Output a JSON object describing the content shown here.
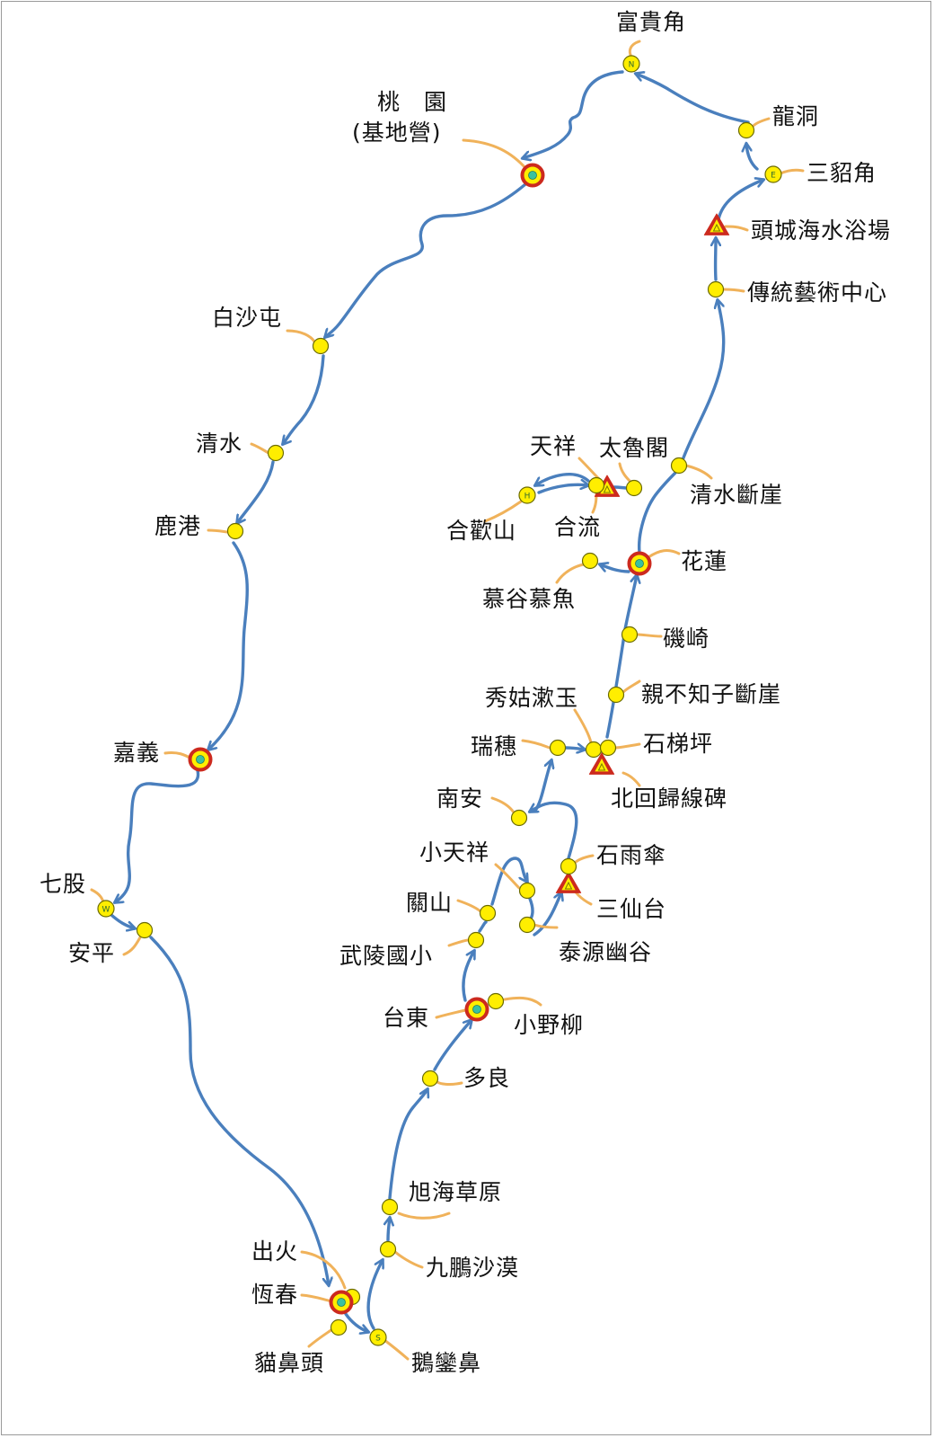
{
  "map": {
    "colors": {
      "route": "#4a7fbd",
      "leader": "#f0b25a",
      "stop_fill": "#ffee00",
      "stop_stroke": "#6b6b00",
      "ring": "#cc2a1e",
      "inner": "#39c1a0",
      "triangle_fill": "#ffee00",
      "triangle_stroke": "#cc2a1e"
    },
    "places": [
      {
        "id": "fuguijiao",
        "label": "富貴角",
        "marker": "compass",
        "letter": "N"
      },
      {
        "id": "longdong",
        "label": "龍洞",
        "marker": "stop"
      },
      {
        "id": "sandiaojiao",
        "label": "三貂角",
        "marker": "compass",
        "letter": "E"
      },
      {
        "id": "toucheng",
        "label": "頭城海水浴場",
        "marker": "camp"
      },
      {
        "id": "chuantong",
        "label": "傳統藝術中心",
        "marker": "stop"
      },
      {
        "id": "taoyuan",
        "label": "桃　園",
        "label2": "(基地營)",
        "marker": "base"
      },
      {
        "id": "baishatun",
        "label": "白沙屯",
        "marker": "stop"
      },
      {
        "id": "qingshui",
        "label": "清水",
        "marker": "stop"
      },
      {
        "id": "lugang",
        "label": "鹿港",
        "marker": "stop"
      },
      {
        "id": "jiayi",
        "label": "嘉義",
        "marker": "base"
      },
      {
        "id": "qigu",
        "label": "七股",
        "marker": "compass",
        "letter": "W"
      },
      {
        "id": "anping",
        "label": "安平",
        "marker": "stop"
      },
      {
        "id": "chuhuo",
        "label": "出火",
        "marker": "stop"
      },
      {
        "id": "hengchun",
        "label": "恆春",
        "marker": "base"
      },
      {
        "id": "maobitou",
        "label": "貓鼻頭",
        "marker": "stop"
      },
      {
        "id": "eluanbi",
        "label": "鵝鑾鼻",
        "marker": "compass",
        "letter": "S"
      },
      {
        "id": "jiupeng",
        "label": "九鵬沙漠",
        "marker": "stop"
      },
      {
        "id": "xuhai",
        "label": "旭海草原",
        "marker": "stop"
      },
      {
        "id": "duoliang",
        "label": "多良",
        "marker": "stop"
      },
      {
        "id": "taidong",
        "label": "台東",
        "marker": "base"
      },
      {
        "id": "xiaoyeliu",
        "label": "小野柳",
        "marker": "stop"
      },
      {
        "id": "wuling",
        "label": "武陵國小",
        "marker": "stop"
      },
      {
        "id": "guanshan",
        "label": "關山",
        "marker": "stop"
      },
      {
        "id": "xiaotianxiang",
        "label": "小天祥",
        "marker": "stop"
      },
      {
        "id": "taiyuan",
        "label": "泰源幽谷",
        "marker": "stop"
      },
      {
        "id": "sanxiantai",
        "label": "三仙台",
        "marker": "camp"
      },
      {
        "id": "shiyusan",
        "label": "石雨傘",
        "marker": "stop"
      },
      {
        "id": "nanan",
        "label": "南安",
        "marker": "stop"
      },
      {
        "id": "ruisui",
        "label": "瑞穗",
        "marker": "stop"
      },
      {
        "id": "xiuguluan",
        "label": "秀姑漱玉",
        "marker": "stop"
      },
      {
        "id": "shitiping",
        "label": "石梯坪",
        "marker": "stop"
      },
      {
        "id": "beihuiguixian",
        "label": "北回歸線碑",
        "marker": "camp"
      },
      {
        "id": "qinbuzhizi",
        "label": "親不知子斷崖",
        "marker": "stop"
      },
      {
        "id": "jiqi",
        "label": "磯崎",
        "marker": "stop"
      },
      {
        "id": "hualian",
        "label": "花蓮",
        "marker": "base"
      },
      {
        "id": "mugumuyu",
        "label": "慕谷慕魚",
        "marker": "stop"
      },
      {
        "id": "tianxiang",
        "label": "天祥",
        "marker": "camp"
      },
      {
        "id": "taroge",
        "label": "太魯閣",
        "marker": "stop"
      },
      {
        "id": "heliu",
        "label": "合流",
        "marker": "stop"
      },
      {
        "id": "hehuanshan",
        "label": "合歡山",
        "marker": "compass",
        "letter": "H"
      },
      {
        "id": "qingshuiduanya",
        "label": "清水斷崖",
        "marker": "stop"
      }
    ]
  }
}
